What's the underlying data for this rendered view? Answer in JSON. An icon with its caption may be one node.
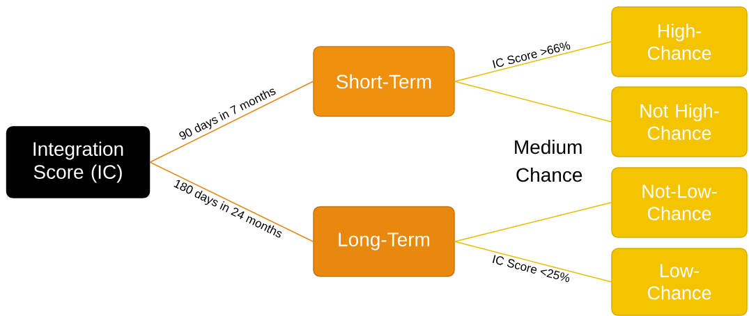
{
  "diagram": {
    "nodes": [
      {
        "text": [
          "Integration Score (IC)"
        ]
      },
      {
        "text": [
          "Short-Term"
        ]
      },
      {
        "text": [
          "Long-Term"
        ]
      },
      {
        "text": [
          "High-Chance"
        ]
      },
      {
        "text": [
          "Not High-Chance"
        ]
      },
      {
        "text": [
          "Not-Low-Chance"
        ]
      },
      {
        "text": [
          "Low-Chance"
        ]
      }
    ],
    "edges": [
      {
        "from": 0,
        "to": 1,
        "arrow": "none",
        "label": "90 days in 7 months",
        "color": "#e38b17"
      },
      {
        "from": 0,
        "to": 2,
        "arrow": "none",
        "label": "180 days in 24 months",
        "color": "#e38b17"
      },
      {
        "from": 1,
        "to": 3,
        "arrow": "none",
        "label": "IC Score >66%"
      },
      {
        "from": 1,
        "to": 4,
        "arrow": "none"
      },
      {
        "from": 2,
        "to": 5,
        "arrow": "none"
      },
      {
        "from": 2,
        "to": 6,
        "arrow": "none",
        "label": "IC Score <25%"
      }
    ],
    "labels": [
      "Medium Chance"
    ]
  }
}
